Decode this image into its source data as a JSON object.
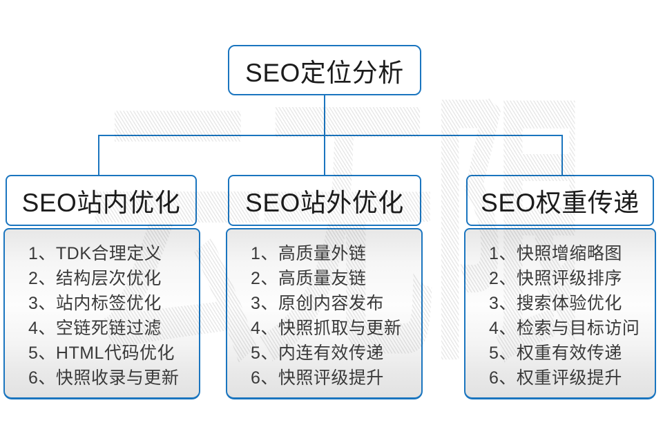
{
  "diagram": {
    "watermark": "云无限",
    "accent_color": "#1a75bf",
    "root": {
      "label": "SEO定位分析"
    },
    "columns": [
      {
        "header": "SEO站内优化",
        "items": [
          "1、TDK合理定义",
          "2、结构层次优化",
          "3、站内标签优化",
          "4、空链死链过滤",
          "5、HTML代码优化",
          "6、快照收录与更新"
        ]
      },
      {
        "header": "SEO站外优化",
        "items": [
          "1、高质量外链",
          "2、高质量友链",
          "3、原创内容发布",
          "4、快照抓取与更新",
          "5、内连有效传递",
          "6、快照评级提升"
        ]
      },
      {
        "header": "SEO权重传递",
        "items": [
          "1、快照增缩略图",
          "2、快照评级排序",
          "3、搜索体验优化",
          "4、检索与目标访问",
          "5、权重有效传递",
          "6、权重评级提升"
        ]
      }
    ]
  }
}
